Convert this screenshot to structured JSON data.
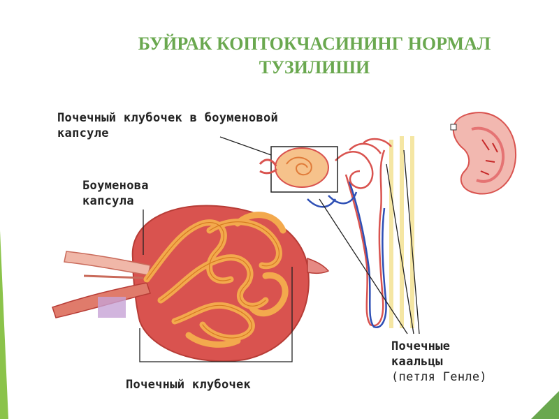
{
  "title": {
    "line1": "БУЙРАК КОПТОКЧАСИНИНГ НОРМАЛ",
    "line2": "ТУЗИЛИШИ"
  },
  "labels": {
    "glomerulus_in_capsule": {
      "line1": "Почечный клубочек в боуменовой",
      "line2": "капсуле"
    },
    "bowman_capsule": {
      "line1": "Боуменова",
      "line2": "капсула"
    },
    "glomerulus": "Почечный клубочек",
    "renal_tubules": {
      "line1": "Почечные",
      "line2": "каальцы",
      "line3": "(петля Генле)"
    }
  },
  "colors": {
    "title": "#6aa84f",
    "accent_bar": "#8bc34a",
    "capsule": "#d9534f",
    "vessel": "#f0a04b",
    "vein": "#2e4fb5",
    "kidney": "#e57373"
  }
}
